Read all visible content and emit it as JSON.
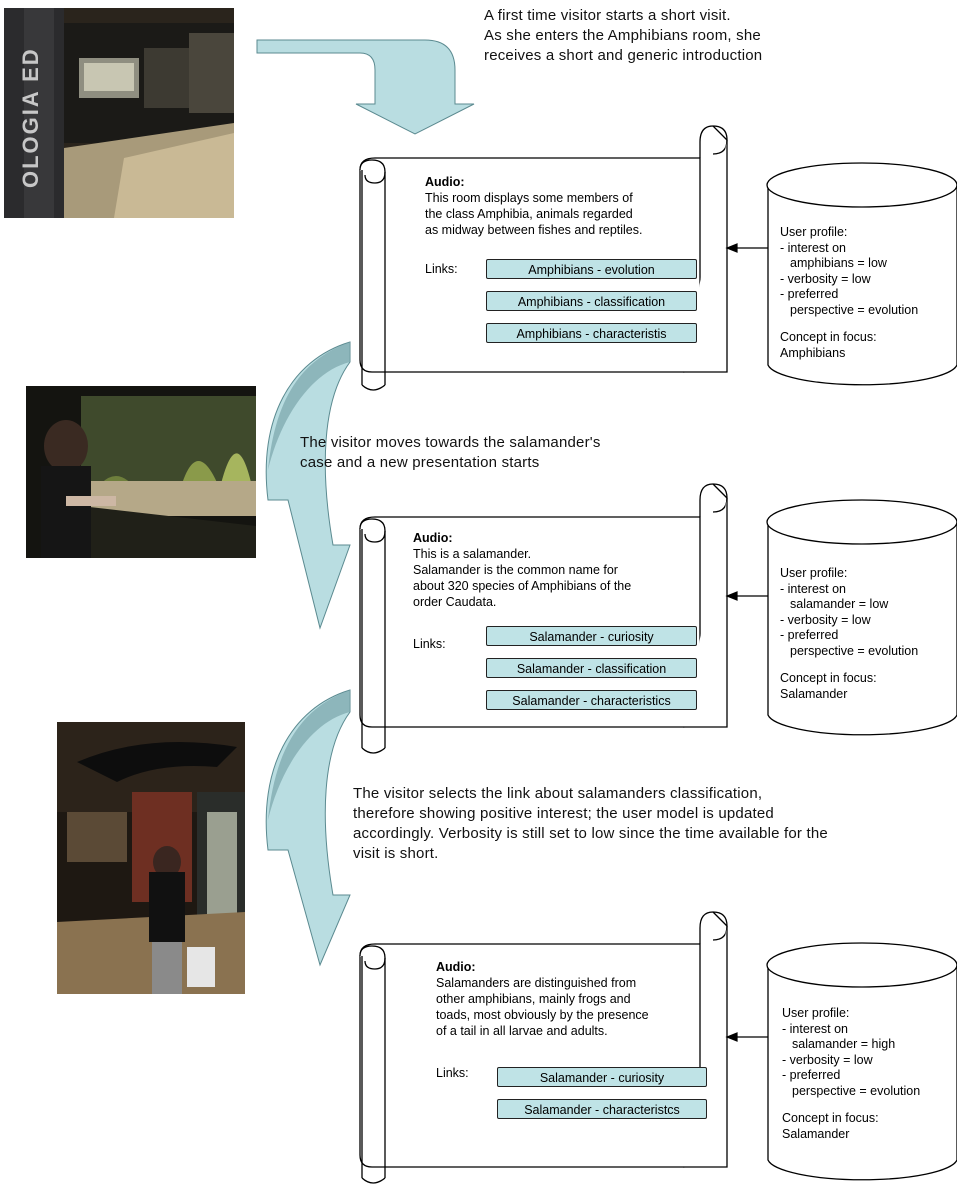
{
  "colors": {
    "arrow_fill": "#b9dde1",
    "arrow_stroke": "#5b8a90",
    "button_fill": "#bfe3e6"
  },
  "narration": {
    "intro": [
      "A first time visitor starts a short visit.",
      "As she enters the Amphibians room, she",
      "receives a short and generic introduction"
    ],
    "move": [
      "The visitor moves towards the salamander's",
      "case and a new presentation starts"
    ],
    "select": [
      "The visitor selects the link about salamanders classification,",
      "therefore showing positive interest; the user model is updated",
      "accordingly. Verbosity is still set to low since the time available for the",
      "visit is short."
    ]
  },
  "photos": [
    {
      "icon": "museum-entrance-photo",
      "caption": "OLOGIA ED"
    },
    {
      "icon": "visitor-at-display-case-photo"
    },
    {
      "icon": "visitor-with-device-photo"
    }
  ],
  "panels": [
    {
      "audio_label": "Audio:",
      "audio_lines": [
        "This room displays some members of",
        "the class Amphibia, animals regarded",
        "as midway between fishes and reptiles."
      ],
      "links_label": "Links:",
      "links": [
        "Amphibians - evolution",
        "Amphibians - classification",
        "Amphibians - characteristis"
      ],
      "profile_lines": [
        "User profile:",
        "- interest on",
        "  amphibians = low",
        "- verbosity = low",
        "- preferred",
        "  perspective = evolution"
      ],
      "focus_lines": [
        "Concept in focus:",
        "Amphibians"
      ]
    },
    {
      "audio_label": "Audio:",
      "audio_lines": [
        "This is a salamander.",
        "Salamander is the common name for",
        "about 320 species of Amphibians of the",
        "order Caudata."
      ],
      "links_label": "Links:",
      "links": [
        "Salamander - curiosity",
        "Salamander - classification",
        "Salamander - characteristics"
      ],
      "profile_lines": [
        "User profile:",
        "- interest on",
        "  salamander = low",
        "- verbosity = low",
        "- preferred",
        "  perspective = evolution"
      ],
      "focus_lines": [
        "Concept in focus:",
        "Salamander"
      ]
    },
    {
      "audio_label": "Audio:",
      "audio_lines": [
        "Salamanders are distinguished from",
        "other amphibians, mainly frogs and",
        "toads, most obviously by the presence",
        "of a tail in all larvae and adults."
      ],
      "links_label": "Links:",
      "links": [
        "Salamander - curiosity",
        "Salamander - characteristcs"
      ],
      "profile_lines": [
        "User profile:",
        "- interest on",
        "  salamander = high",
        "- verbosity = low",
        "- preferred",
        "  perspective = evolution"
      ],
      "focus_lines": [
        "Concept in focus:",
        "Salamander"
      ]
    }
  ]
}
